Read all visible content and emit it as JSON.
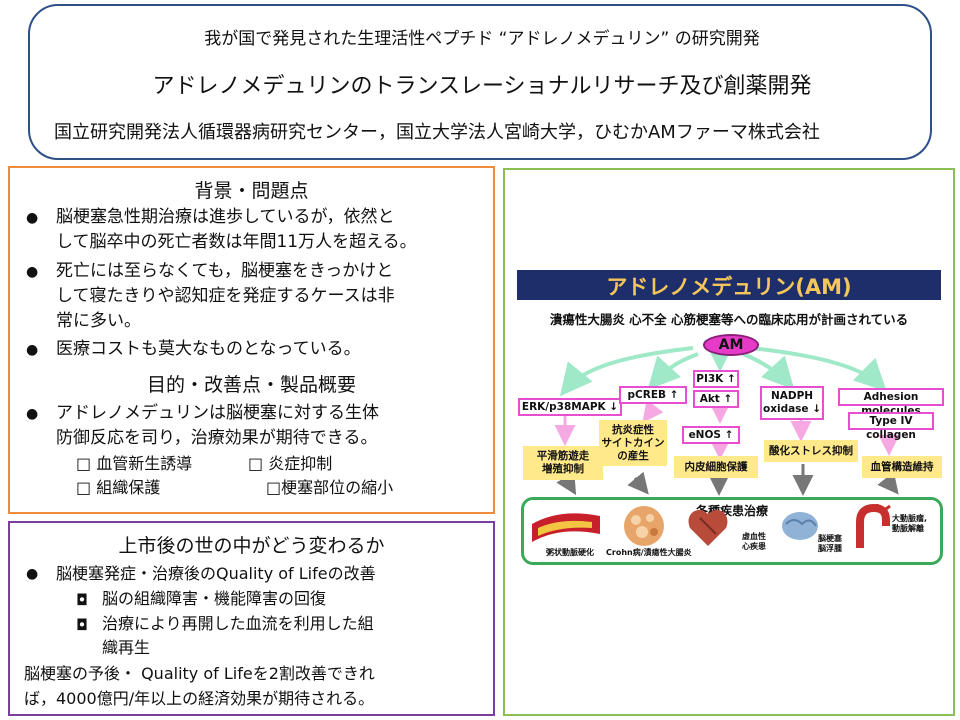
{
  "header": {
    "subtitle": "我が国で発見された生理活性ペプチド “アドレノメデュリン” の研究開発",
    "title": "アドレノメデュリンのトランスレーショナルリサーチ及び創薬開発",
    "organizations": "国立研究開発法人循環器病研究センター，国立大学法人宮崎大学，ひむかAMファーマ株式会社"
  },
  "background": {
    "title": "背景・問題点",
    "bullets": [
      [
        "脳梗塞急性期治療は進歩しているが，依然と",
        "して脳卒中の死亡者数は年間11万人を超える。"
      ],
      [
        "死亡には至らなくても，脳梗塞をきっかけと",
        "して寝たきりや認知症を発症するケースは非",
        "常に多い。"
      ],
      [
        "医療コストも莫大なものとなっている。"
      ]
    ],
    "purpose_title": "目的・改善点・製品概要",
    "purpose_bullet": [
      "アドレノメデュリンは脳梗塞に対する生体",
      "防御反応を司り，治療効果が期待できる。"
    ],
    "checks": [
      "□ 血管新生誘導",
      "□ 炎症抑制",
      "□ 組織保護",
      "□梗塞部位の縮小"
    ]
  },
  "impact": {
    "title": "上市後の世の中がどう変わるか",
    "bullet": "脳梗塞発症・治療後のQuality of Lifeの改善",
    "sub_items": [
      [
        "脳の組織障害・機能障害の回復"
      ],
      [
        "治療により再開した血流を利用した組",
        "織再生"
      ]
    ],
    "conclusion": [
      "脳梗塞の予後・ Quality of Lifeを2割改善できれ",
      "ば，4000億円/年以上の経済効果が期待される。"
    ]
  },
  "diagram": {
    "banner": "アドレノメデュリン(AM)",
    "clinical_note": "潰瘍性大腸炎 心不全 心筋梗塞等への臨床応用が計画されている",
    "center": "AM",
    "pathways": {
      "erk": "ERK/p38MAPK ↓",
      "pcreb": "pCREB ↑",
      "pi3k": "PI3K ↑",
      "akt": "Akt ↑",
      "nadph": [
        "NADPH",
        "oxidase ↓"
      ],
      "adhesion": "Adhesion molecules",
      "type4": "Type IV collagen",
      "enos": "eNOS ↑"
    },
    "effects": {
      "smooth": [
        "平滑筋遊走",
        "増殖抑制"
      ],
      "antiinflam": [
        "抗炎症性",
        "サイトカイン",
        "の産生"
      ],
      "endo": "内皮細胞保護",
      "oxid": "酸化ストレス抑制",
      "vessel": "血管構造維持"
    },
    "treatment": {
      "title": "各種疾患治療",
      "captions": [
        "粥状動脈硬化",
        "Crohn病/潰瘍性大腸炎",
        "虚血性",
        "心疾患",
        "脳梗塞",
        "脳浮腫",
        "大動脈瘤,",
        "動脈解離"
      ]
    }
  },
  "colors": {
    "header_border": "#2f4f87",
    "background_border": "#f08a3c",
    "impact_border": "#7b3fa0",
    "diagram_border": "#8bbf52",
    "banner_bg": "#1e2e6b",
    "banner_text": "#f5c65a",
    "pathway_border": "#e84fd0",
    "effect_bg": "#ffe98a",
    "treatment_border": "#3aaa5a"
  }
}
